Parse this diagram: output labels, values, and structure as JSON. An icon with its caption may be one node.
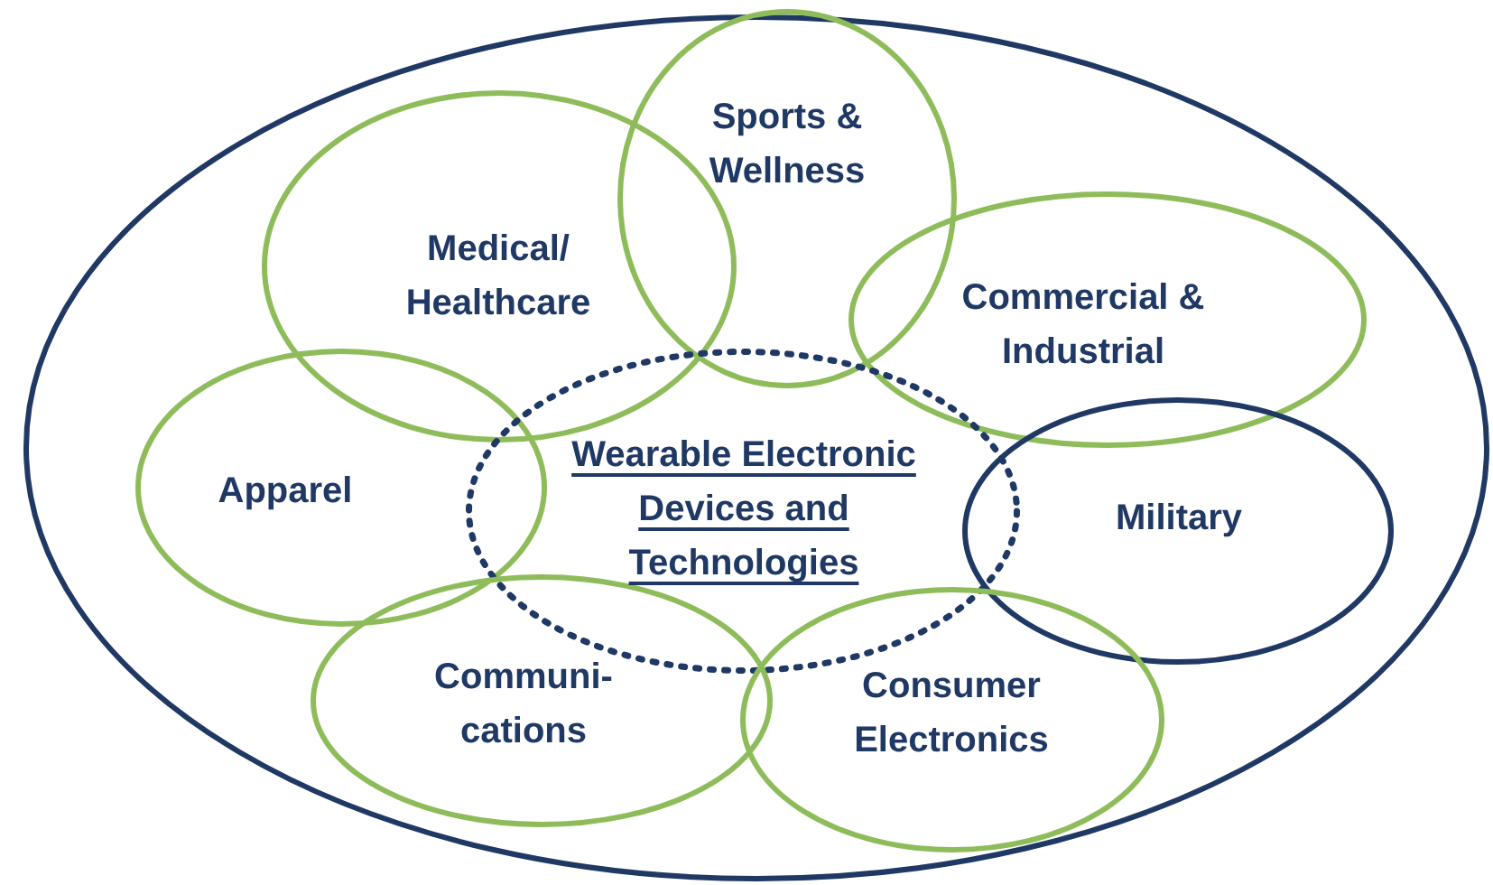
{
  "diagram": {
    "nodes": [
      {
        "text": [],
        "shape": "ellipse"
      },
      {
        "text": [
          "Sports & Wellness"
        ],
        "in": 0
      },
      {
        "text": [
          "Medical/ Healthcare"
        ],
        "in": 0
      },
      {
        "text": [
          "Commercial & Industrial"
        ],
        "in": 0
      },
      {
        "text": [
          "Apparel"
        ],
        "in": 0
      },
      {
        "text": [
          "Wearable Electronic Devices and Technologies"
        ],
        "in": 0
      },
      {
        "text": [
          "Military"
        ],
        "in": 0
      },
      {
        "text": [
          "Communi-cations"
        ],
        "in": 0
      },
      {
        "text": [
          "Consumer Electronics"
        ],
        "in": 0
      }
    ]
  }
}
